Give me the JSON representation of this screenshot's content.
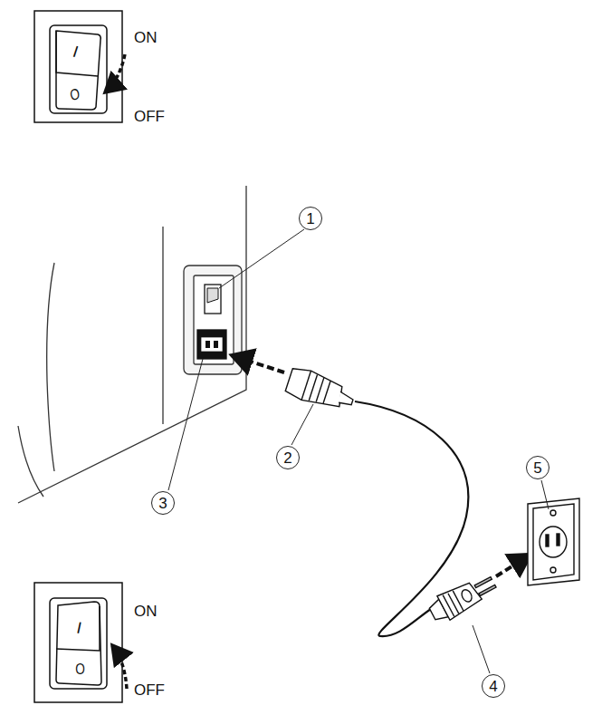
{
  "diagram": {
    "nodes": [
      {
        "text": [
          "1"
        ]
      },
      {
        "text": [
          "2"
        ]
      },
      {
        "text": [
          "3"
        ]
      },
      {
        "text": [
          "4"
        ]
      },
      {
        "text": [
          "5"
        ]
      }
    ],
    "labels": [
      "ON",
      "OFF",
      "I",
      "O",
      "I",
      "O",
      "ON",
      "OFF"
    ]
  }
}
